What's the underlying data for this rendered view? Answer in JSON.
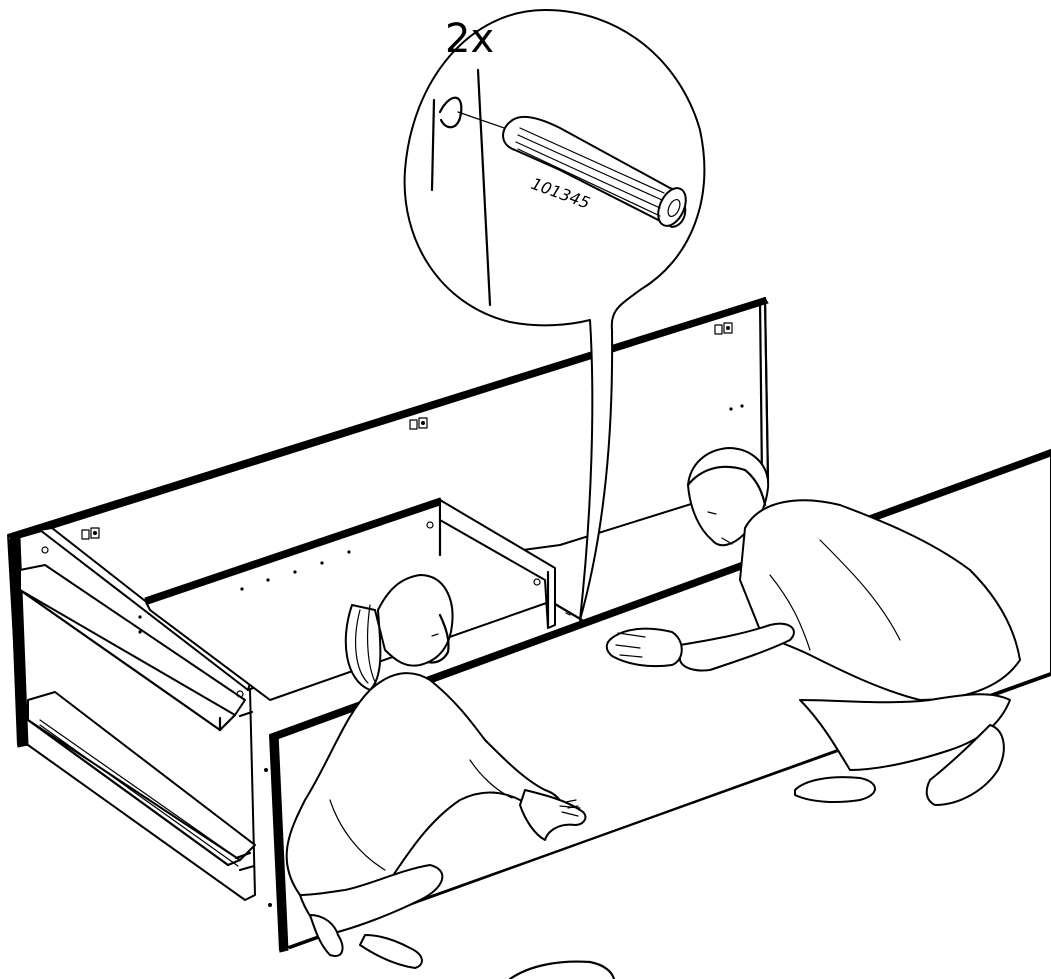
{
  "callout": {
    "quantity": "2x",
    "part_number": "101345",
    "part_icon": "wooden-dowel-icon"
  },
  "figures": [
    "person-woman-crouching",
    "person-man-crouching"
  ],
  "furniture": "drawer-frame-assembly"
}
